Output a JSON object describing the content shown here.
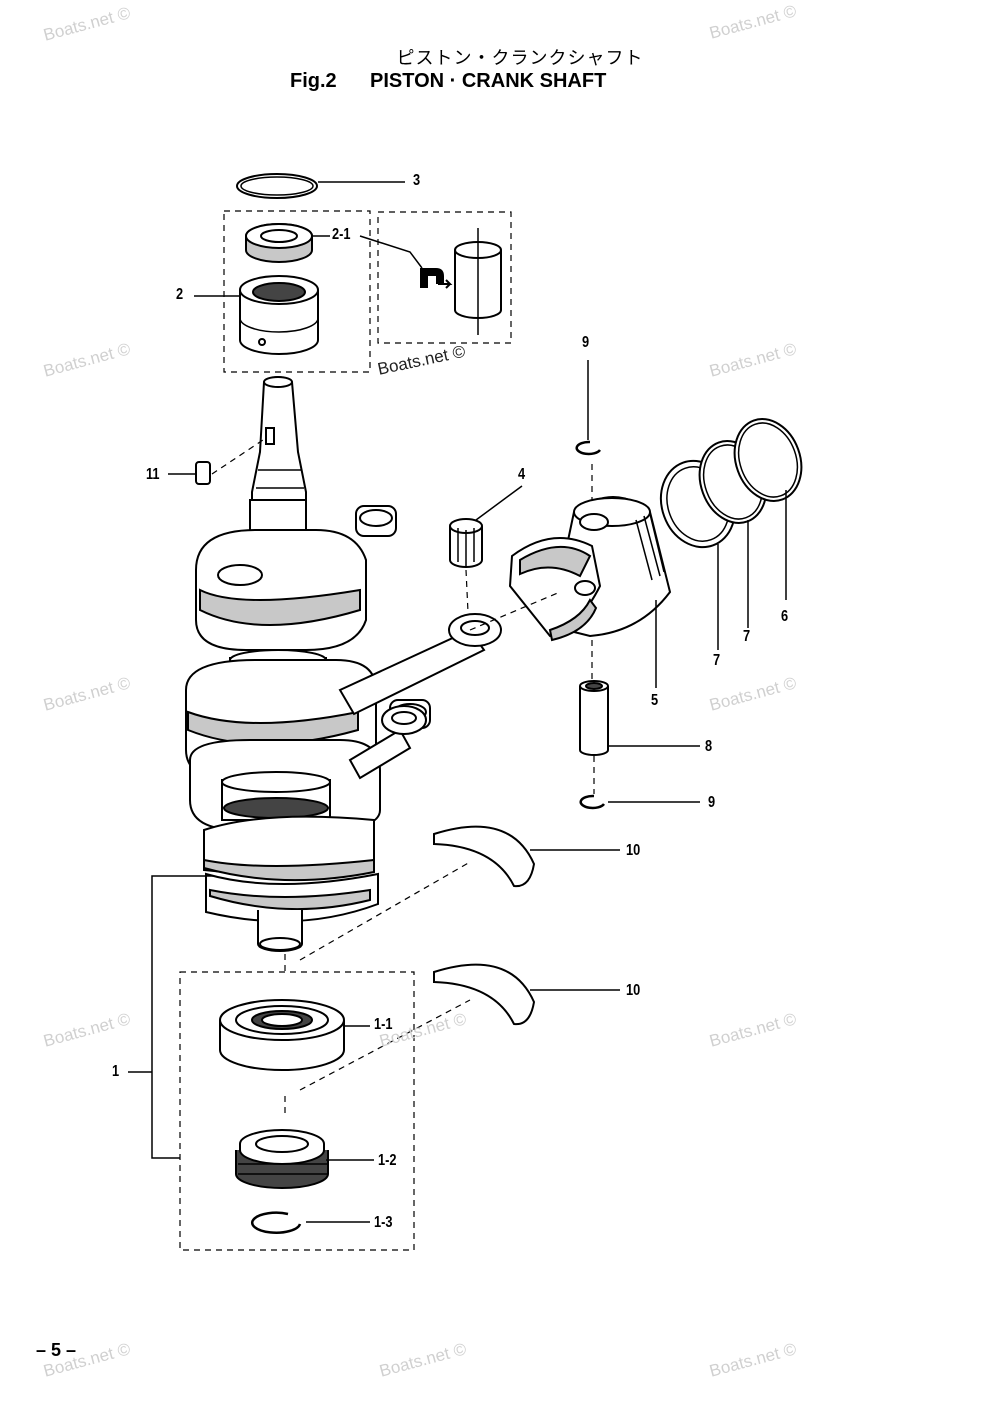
{
  "header": {
    "title_jp": "ピストン・クランクシャフト",
    "fig_label": "Fig.2",
    "title_en": "PISTON · CRANK SHAFT"
  },
  "watermark": {
    "text": "Boats.net ©",
    "color": "#d0d0d0"
  },
  "callouts": {
    "p3": "3",
    "p2_1": "2-1",
    "p2": "2",
    "p9_top": "9",
    "p11": "11",
    "p4": "4",
    "p6": "6",
    "p7_a": "7",
    "p7_b": "7",
    "p5": "5",
    "p8": "8",
    "p9_bottom": "9",
    "p10_a": "10",
    "p10_b": "10",
    "p1": "1",
    "p1_1": "1-1",
    "p1_2": "1-2",
    "p1_3": "1-3"
  },
  "page_number": "– 5 –"
}
